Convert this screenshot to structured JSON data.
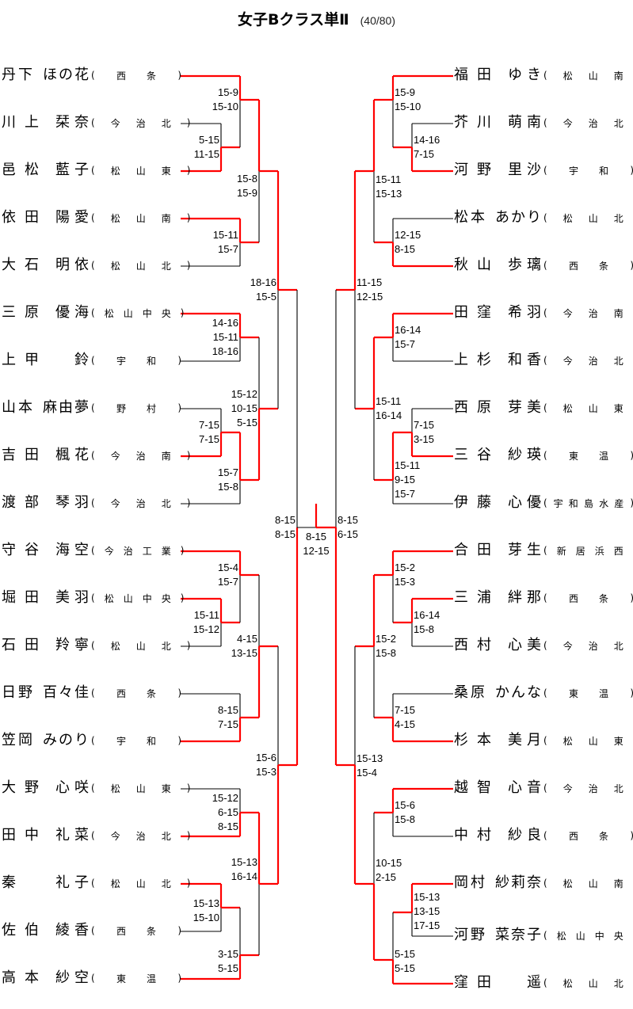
{
  "title": {
    "main": "女子Bクラス単Ⅱ",
    "sub": "(40/80)"
  },
  "colors": {
    "winner_line": "#ff0000",
    "line": "#000000"
  },
  "left_players": [
    {
      "family": "丹下",
      "given": "ほの花",
      "school": "西条"
    },
    {
      "family": "川上",
      "given": "栞奈",
      "school": "今治北"
    },
    {
      "family": "邑松",
      "given": "藍子",
      "school": "松山東"
    },
    {
      "family": "依田",
      "given": "陽愛",
      "school": "松山南"
    },
    {
      "family": "大石",
      "given": "明依",
      "school": "松山北"
    },
    {
      "family": "三原",
      "given": "優海",
      "school": "松山中央"
    },
    {
      "family": "上甲",
      "given": "鈴",
      "school": "宇和"
    },
    {
      "family": "山本",
      "given": "麻由夢",
      "school": "野村"
    },
    {
      "family": "吉田",
      "given": "楓花",
      "school": "今治南"
    },
    {
      "family": "渡部",
      "given": "琴羽",
      "school": "今治北"
    },
    {
      "family": "守谷",
      "given": "海空",
      "school": "今治工業"
    },
    {
      "family": "堀田",
      "given": "美羽",
      "school": "松山中央"
    },
    {
      "family": "石田",
      "given": "羚寧",
      "school": "松山北"
    },
    {
      "family": "日野",
      "given": "百々佳",
      "school": "西条"
    },
    {
      "family": "笠岡",
      "given": "みのり",
      "school": "宇和"
    },
    {
      "family": "大野",
      "given": "心咲",
      "school": "松山東"
    },
    {
      "family": "田中",
      "given": "礼菜",
      "school": "今治北"
    },
    {
      "family": "秦",
      "given": "礼子",
      "school": "松山北"
    },
    {
      "family": "佐伯",
      "given": "綾香",
      "school": "西条"
    },
    {
      "family": "高本",
      "given": "紗空",
      "school": "東温"
    }
  ],
  "right_players": [
    {
      "family": "福田",
      "given": "ゆき",
      "school": "松山南"
    },
    {
      "family": "芥川",
      "given": "萌南",
      "school": "今治北"
    },
    {
      "family": "河野",
      "given": "里沙",
      "school": "宇和"
    },
    {
      "family": "松本",
      "given": "あかり",
      "school": "松山北"
    },
    {
      "family": "秋山",
      "given": "歩璃",
      "school": "西条"
    },
    {
      "family": "田窪",
      "given": "希羽",
      "school": "今治南"
    },
    {
      "family": "上杉",
      "given": "和香",
      "school": "今治北"
    },
    {
      "family": "西原",
      "given": "芽美",
      "school": "松山東"
    },
    {
      "family": "三谷",
      "given": "紗瑛",
      "school": "東温"
    },
    {
      "family": "伊藤",
      "given": "心優",
      "school": "宇和島水産"
    },
    {
      "family": "合田",
      "given": "芽生",
      "school": "新居浜西"
    },
    {
      "family": "三浦",
      "given": "絆那",
      "school": "西条"
    },
    {
      "family": "西村",
      "given": "心美",
      "school": "今治北"
    },
    {
      "family": "桑原",
      "given": "かんな",
      "school": "東温"
    },
    {
      "family": "杉本",
      "given": "美月",
      "school": "松山東"
    },
    {
      "family": "越智",
      "given": "心音",
      "school": "今治北"
    },
    {
      "family": "中村",
      "given": "紗良",
      "school": "西条"
    },
    {
      "family": "岡村",
      "given": "紗莉奈",
      "school": "松山南"
    },
    {
      "family": "河野",
      "given": "菜奈子",
      "school": "松山中央"
    },
    {
      "family": "窪田",
      "given": "遥",
      "school": "松山北"
    }
  ],
  "scores": {
    "left": [
      [
        "5-15",
        "11-15"
      ],
      [
        "15-9",
        "15-10"
      ],
      [
        "15-11",
        "15-7"
      ],
      [
        "15-8",
        "15-9"
      ],
      [
        "14-16",
        "15-11",
        "18-16"
      ],
      [
        "7-15",
        "7-15"
      ],
      [
        "15-7",
        "15-8"
      ],
      [
        "15-12",
        "10-15",
        "5-15"
      ],
      [
        "18-16",
        "15-5"
      ],
      [
        "15-11",
        "15-12"
      ],
      [
        "15-4",
        "15-7"
      ],
      [
        "8-15",
        "7-15"
      ],
      [
        "4-15",
        "13-15"
      ],
      [
        "15-12",
        "6-15",
        "8-15"
      ],
      [
        "15-13",
        "15-10"
      ],
      [
        "3-15",
        "5-15"
      ],
      [
        "15-13",
        "16-14"
      ],
      [
        "15-6",
        "15-3"
      ],
      [
        "8-15",
        "8-15"
      ]
    ],
    "right": [
      [
        "14-16",
        "7-15"
      ],
      [
        "15-9",
        "15-10"
      ],
      [
        "12-15",
        "8-15"
      ],
      [
        "15-11",
        "15-13"
      ],
      [
        "16-14",
        "15-7"
      ],
      [
        "7-15",
        "3-15"
      ],
      [
        "15-11",
        "9-15",
        "15-7"
      ],
      [
        "15-11",
        "16-14"
      ],
      [
        "11-15",
        "12-15"
      ],
      [
        "16-14",
        "15-8"
      ],
      [
        "15-2",
        "15-3"
      ],
      [
        "7-15",
        "4-15"
      ],
      [
        "15-2",
        "15-8"
      ],
      [
        "15-6",
        "15-8"
      ],
      [
        "15-13",
        "13-15",
        "17-15"
      ],
      [
        "5-15",
        "5-15"
      ],
      [
        "10-15",
        "2-15"
      ],
      [
        "15-13",
        "15-4"
      ],
      [
        "8-15",
        "6-15"
      ]
    ],
    "final": [
      "8-15",
      "12-15"
    ]
  }
}
